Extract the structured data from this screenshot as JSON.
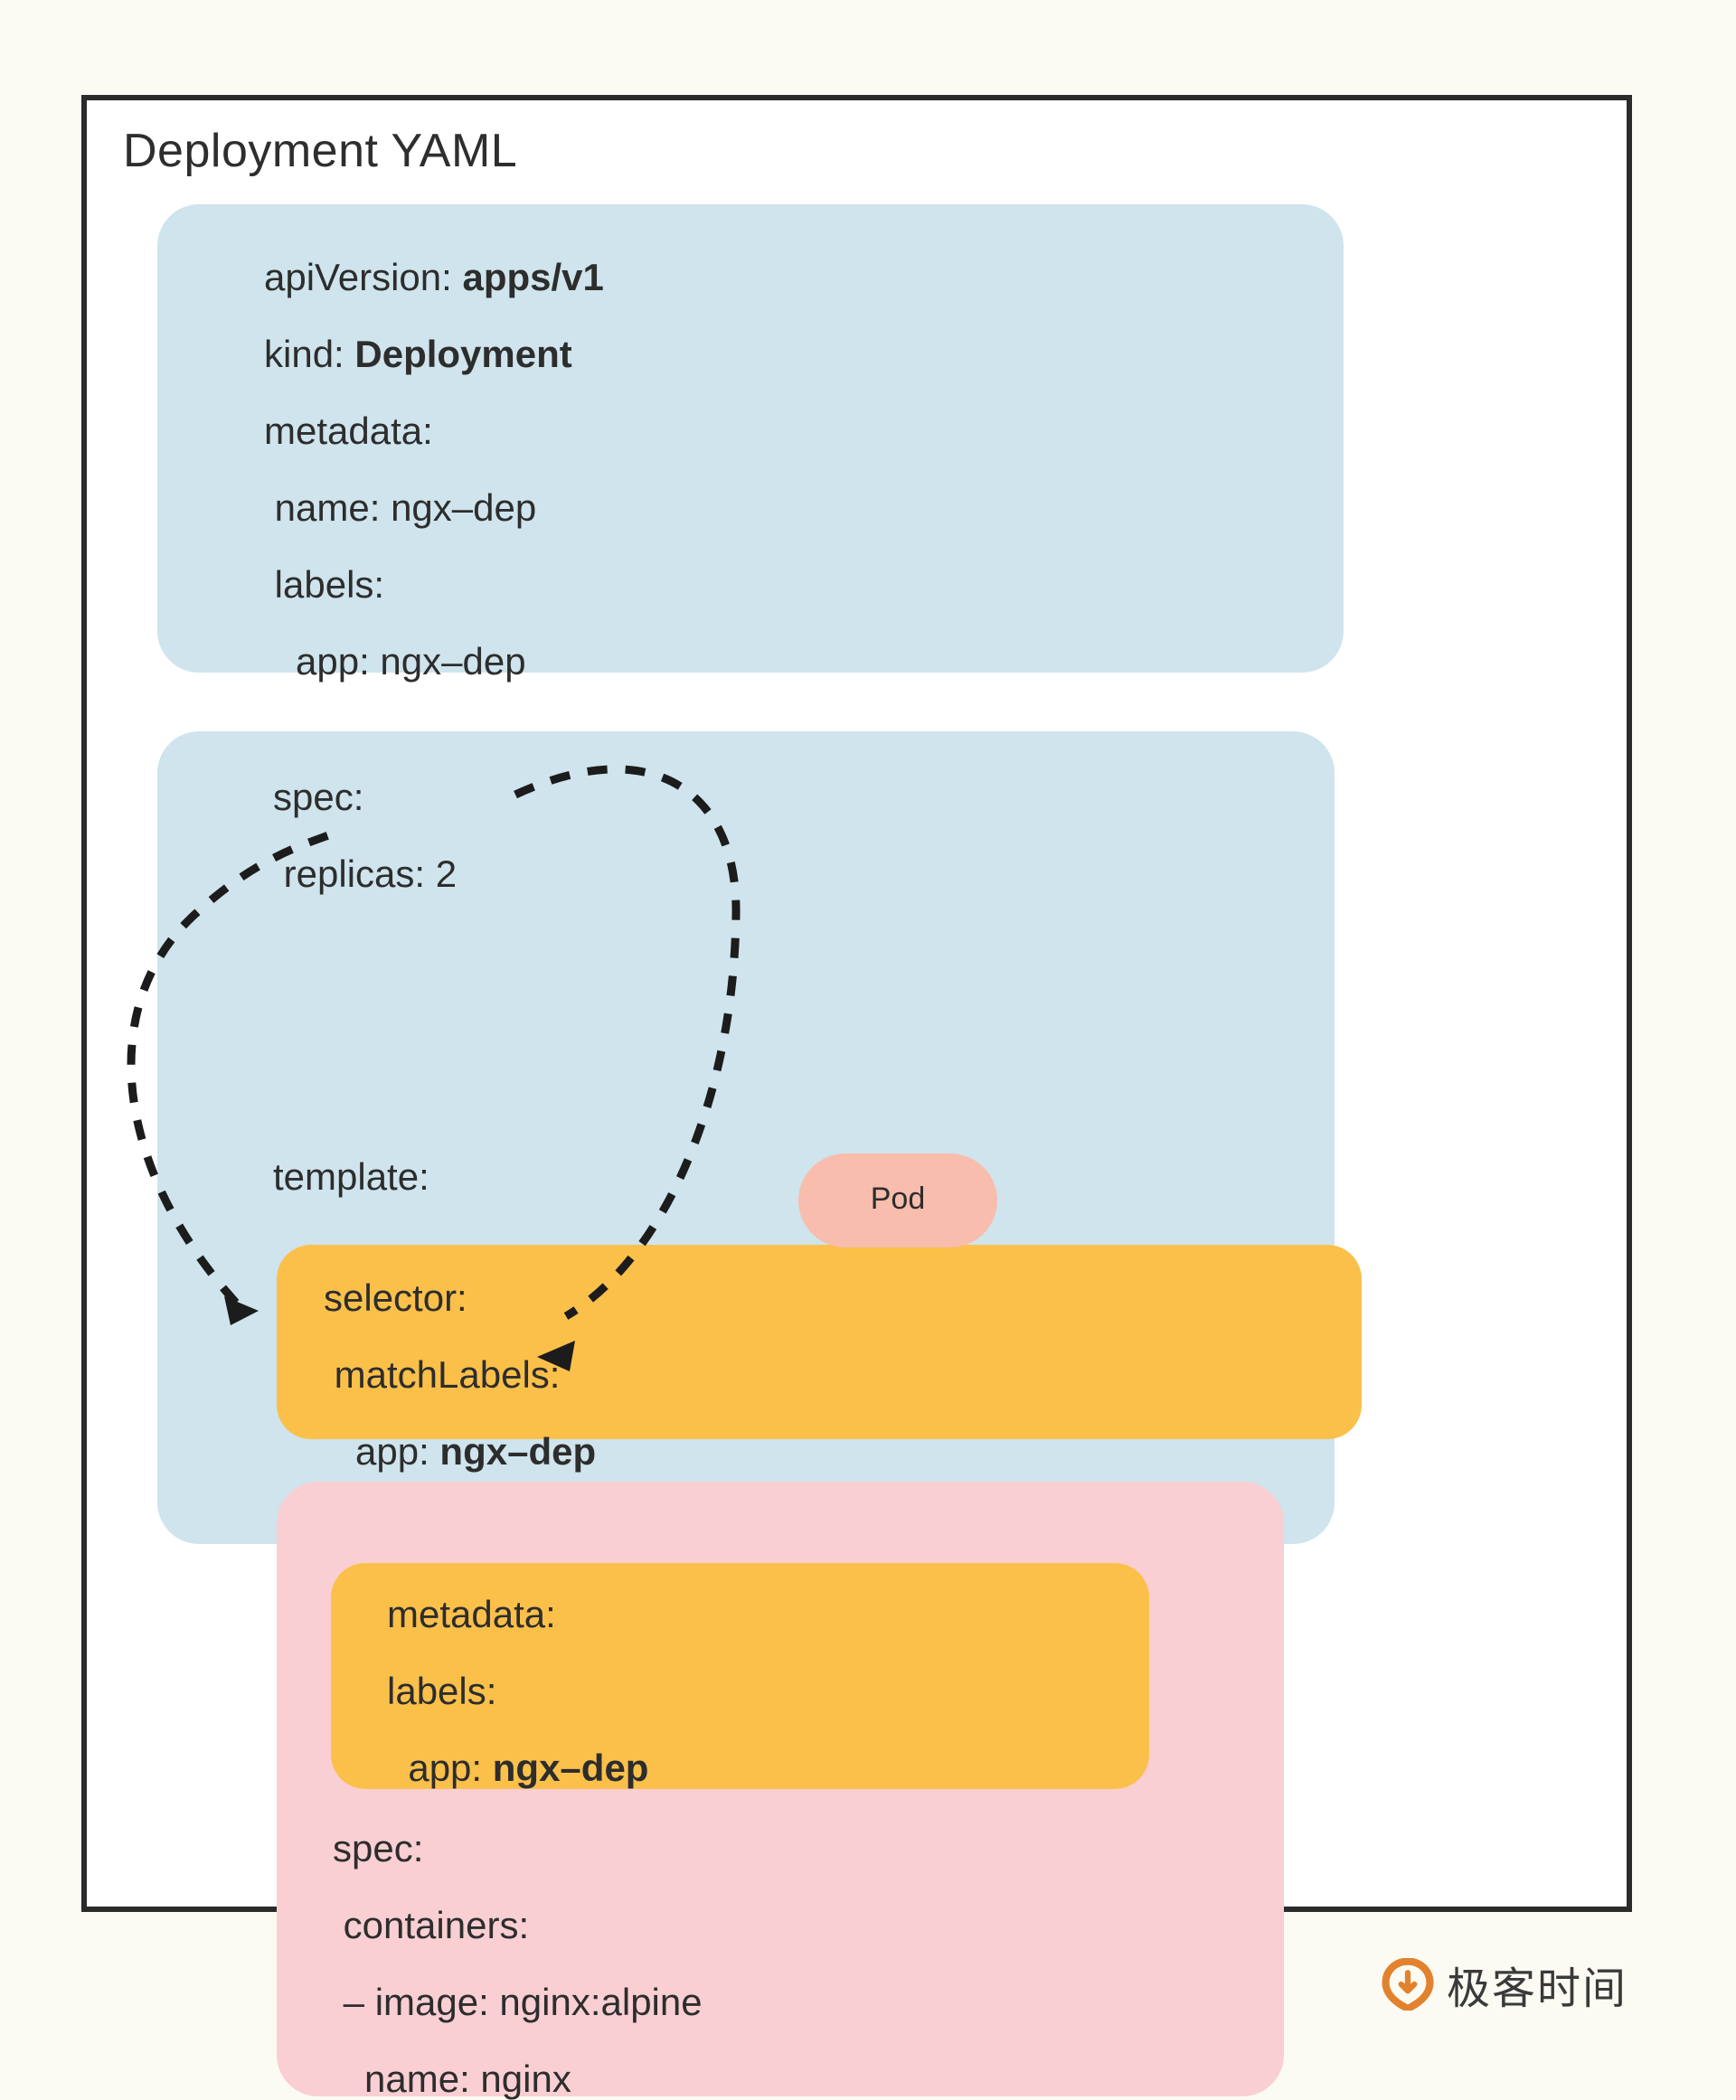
{
  "card": {
    "title": "Deployment YAML"
  },
  "metadata_block": {
    "lines": [
      {
        "key": "apiVersion: ",
        "value": "apps/v1",
        "bold_value": true
      },
      {
        "key": "kind: ",
        "value": "Deployment",
        "bold_value": true
      },
      {
        "key": "metadata:",
        "value": "",
        "bold_value": false
      },
      {
        "key": " name: ngx–dep",
        "value": "",
        "bold_value": false
      },
      {
        "key": " labels:",
        "value": "",
        "bold_value": false
      },
      {
        "key": "   app: ngx–dep",
        "value": "",
        "bold_value": false
      }
    ]
  },
  "spec_block": {
    "lines": [
      {
        "key": "spec:",
        "value": "",
        "bold_value": false
      },
      {
        "key": " replicas: 2",
        "value": "",
        "bold_value": false
      }
    ],
    "template_label": "template:"
  },
  "selector_block": {
    "lines": [
      {
        "key": "selector:",
        "value": "",
        "bold_value": false
      },
      {
        "key": " matchLabels:",
        "value": "",
        "bold_value": false
      },
      {
        "key": "   app: ",
        "value": "ngx–dep",
        "bold_value": true
      }
    ]
  },
  "pod_badge": {
    "label": "Pod"
  },
  "pod_labels_block": {
    "lines": [
      {
        "key": "metadata:",
        "value": "",
        "bold_value": false
      },
      {
        "key": "labels:",
        "value": "",
        "bold_value": false
      },
      {
        "key": "  app: ",
        "value": "ngx–dep",
        "bold_value": true
      }
    ]
  },
  "pod_spec_block": {
    "lines": [
      {
        "key": "spec:",
        "value": "",
        "bold_value": false
      },
      {
        "key": " containers:",
        "value": "",
        "bold_value": false
      },
      {
        "key": " – image: nginx:alpine",
        "value": "",
        "bold_value": false
      },
      {
        "key": "   name: nginx",
        "value": "",
        "bold_value": false
      }
    ]
  },
  "footer": {
    "brand": "极客时间"
  },
  "colors": {
    "page_background": "#fbfbf3",
    "card_background": "#ffffff",
    "card_border": "#2b2b2b",
    "blue_block": "#cfe4ec",
    "yellow_block": "#fbc04a",
    "pink_block": "#f9cfd3",
    "pod_badge": "#f8bdac",
    "text": "#2d2d2d",
    "arrow": "#1c1c1c",
    "logo_orange": "#e2822e"
  },
  "annotations": {
    "left_arrow_desc": "matchLabels → labels",
    "right_arrow_desc": "selector app: ngx–dep → template labels app: ngx–dep"
  }
}
